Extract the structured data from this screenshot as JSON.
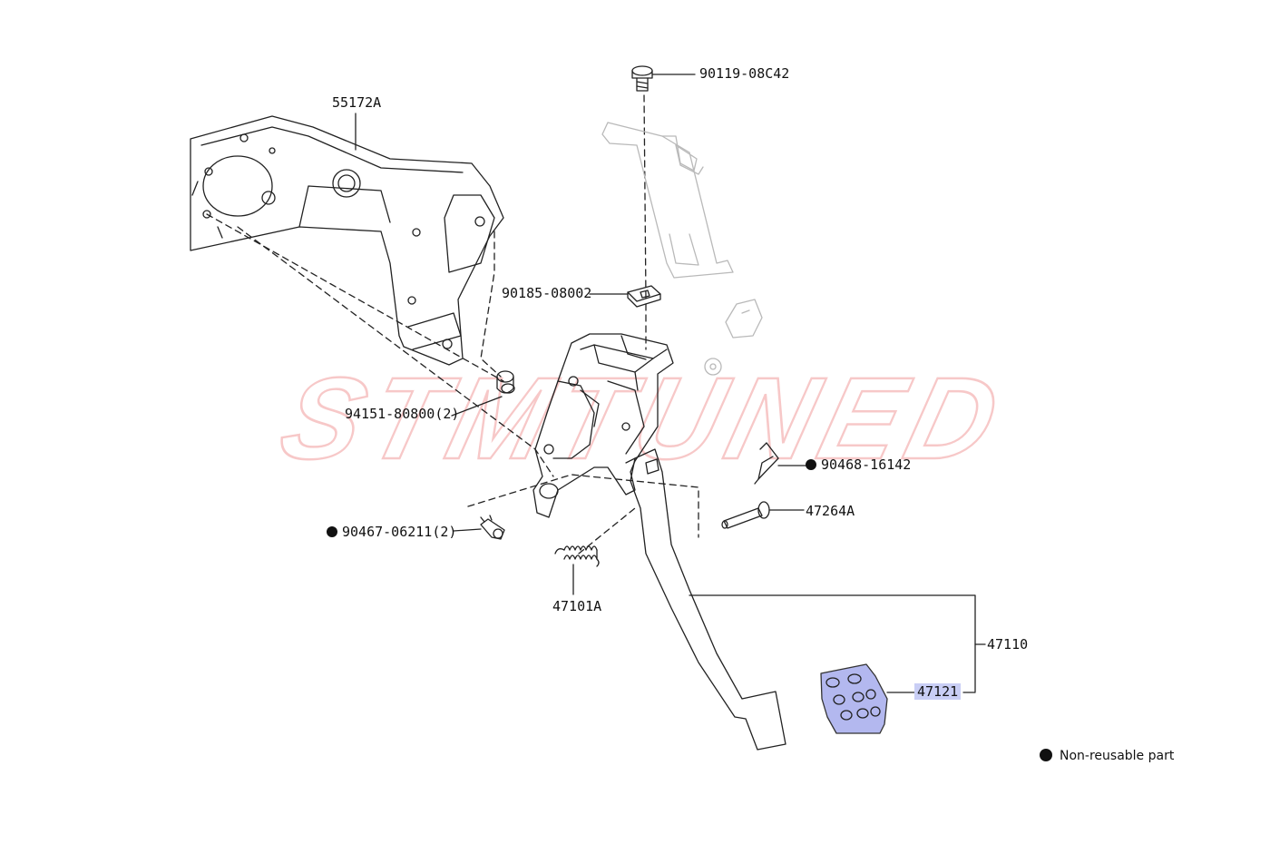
{
  "watermark": {
    "text": "STMTUNED",
    "color": "#e23a3a"
  },
  "colors": {
    "line": "#222222",
    "ghost": "#b9b9b9",
    "highlight": "#8a92e6"
  },
  "parts": [
    {
      "id": "55172A",
      "label": "55172A",
      "non_reusable": false
    },
    {
      "id": "90119-08C42",
      "label": "90119-08C42",
      "non_reusable": false
    },
    {
      "id": "90185-08002",
      "label": "90185-08002",
      "non_reusable": false
    },
    {
      "id": "94151-80800",
      "label": "94151-80800(2)",
      "non_reusable": false
    },
    {
      "id": "90468-16142",
      "label": "90468-16142",
      "non_reusable": true
    },
    {
      "id": "47264A",
      "label": "47264A",
      "non_reusable": false
    },
    {
      "id": "90467-06211",
      "label": "90467-06211(2)",
      "non_reusable": true
    },
    {
      "id": "47101A",
      "label": "47101A",
      "non_reusable": false
    },
    {
      "id": "47110",
      "label": "47110",
      "non_reusable": false
    },
    {
      "id": "47121",
      "label": "47121",
      "non_reusable": false,
      "highlighted": true
    }
  ],
  "legend": {
    "text": "Non-reusable part"
  }
}
